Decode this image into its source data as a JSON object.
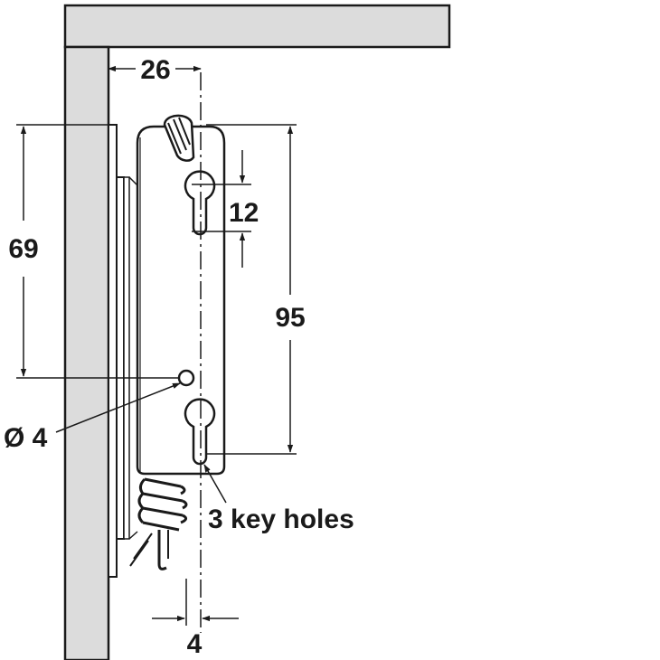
{
  "colors": {
    "panel_fill": "#dcdcdc",
    "stroke": "#1a1a1a",
    "background": "#ffffff"
  },
  "dimensions": {
    "top_offset": "26",
    "left_height": "69",
    "keyhole_height": "12",
    "hole_spacing": "95",
    "pin_diameter": "Ø 4",
    "bottom_offset": "4"
  },
  "labels": {
    "key_holes": "3 key holes"
  }
}
